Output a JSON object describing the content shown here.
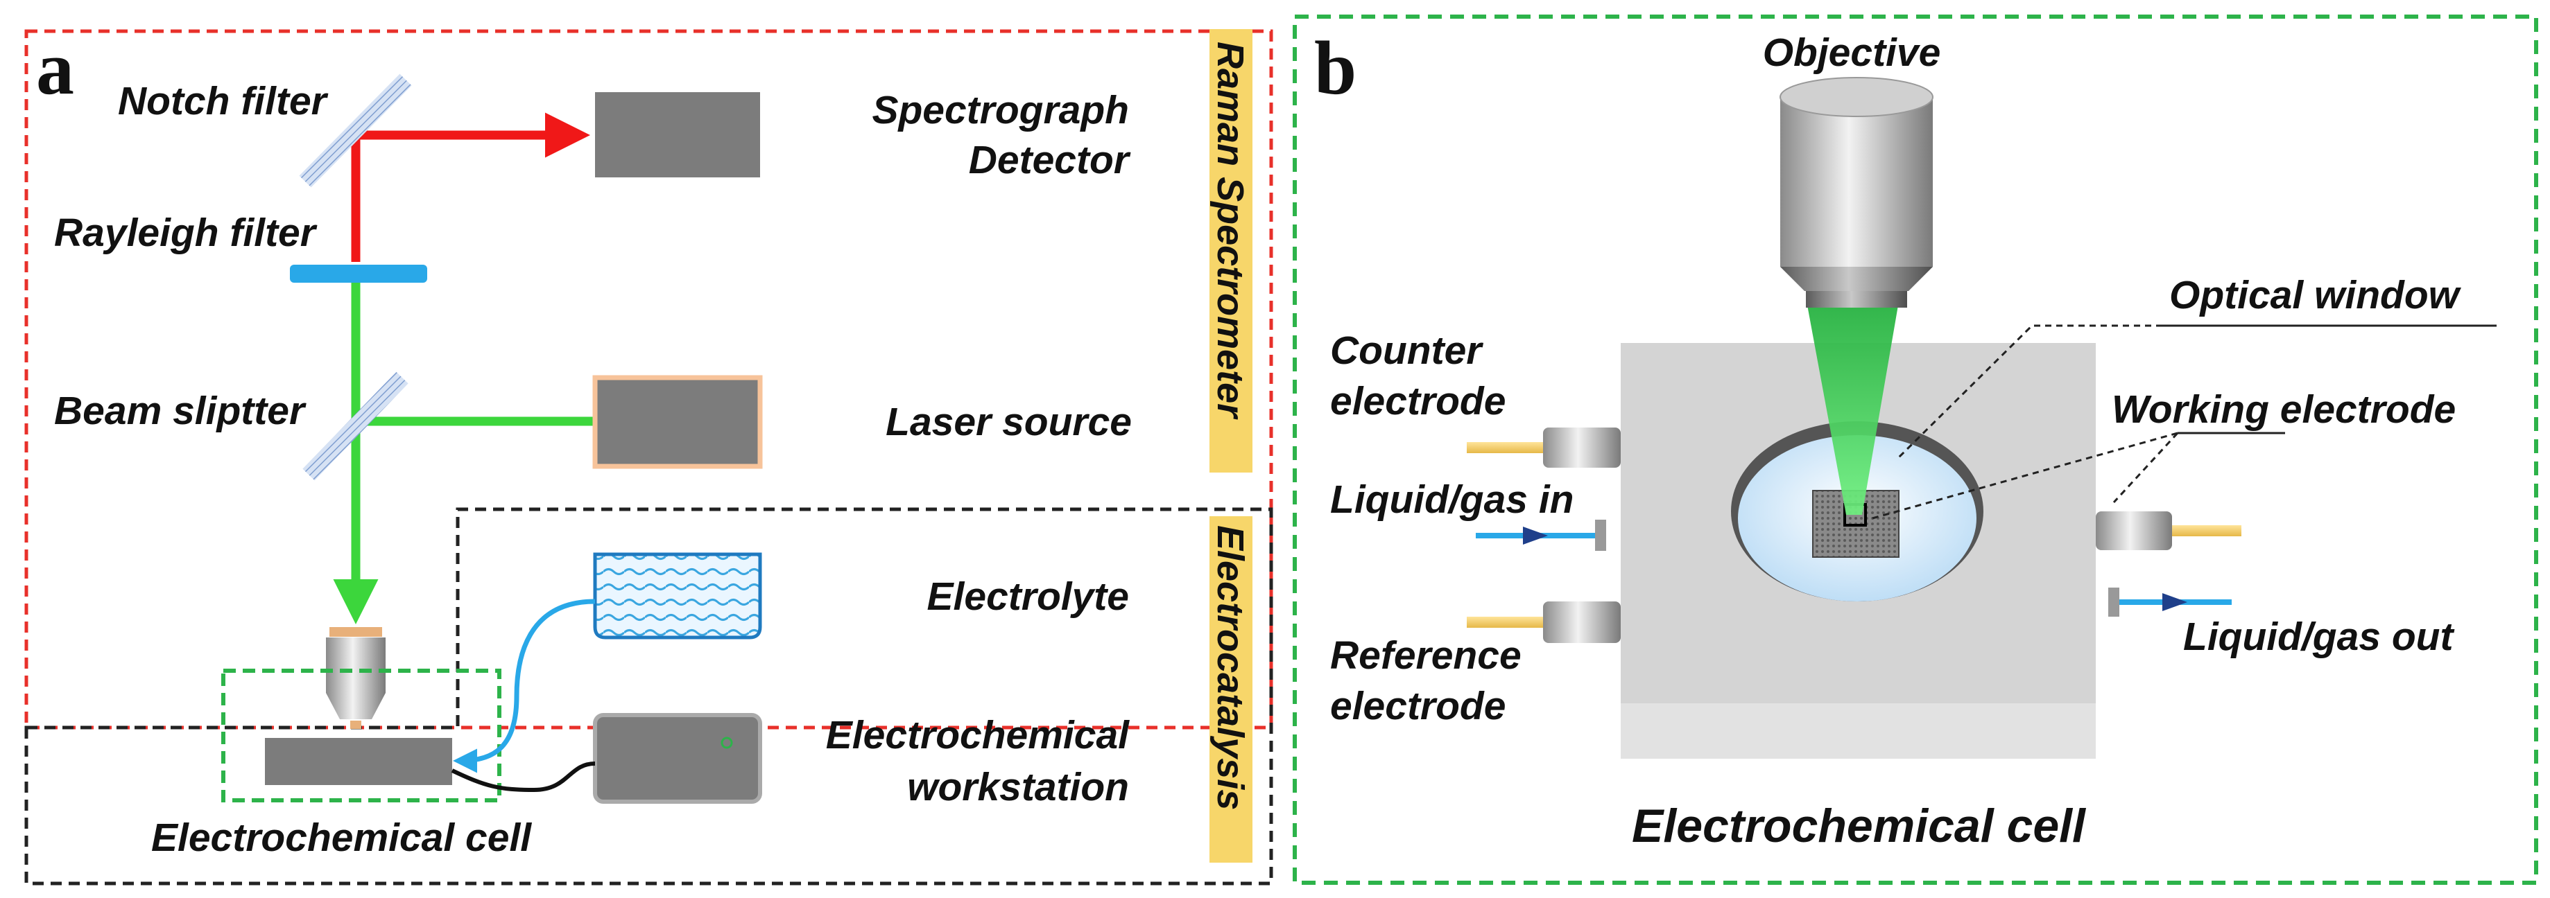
{
  "panel_a": {
    "letter": "a",
    "labels": {
      "notch_filter": "Notch filter",
      "rayleigh_filter": "Rayleigh filter",
      "beam_splitter": "Beam sliptter",
      "spectrograph_line1": "Spectrograph",
      "spectrograph_line2": "Detector",
      "laser_source": "Laser source",
      "electrolyte": "Electrolyte",
      "workstation_line1": "Electrochemical",
      "workstation_line2": "workstation",
      "electrochemical_cell": "Electrochemical cell"
    },
    "section_labels": {
      "raman": "Raman Spectrometer",
      "electrocatalysis": "Electrocatalysis"
    }
  },
  "panel_b": {
    "letter": "b",
    "labels": {
      "objective": "Objective",
      "optical_window": "Optical window",
      "counter_line1": "Counter",
      "counter_line2": "electrode",
      "working_electrode": "Working electrode",
      "liquid_in": "Liquid/gas in",
      "liquid_out": "Liquid/gas out",
      "reference_line1": "Reference",
      "reference_line2": "electrode",
      "cell_title": "Electrochemical cell"
    }
  },
  "colors": {
    "raman_box": "#e8302a",
    "electro_box": "#222222",
    "panel_b_box": "#2db34a",
    "red_beam": "#f01818",
    "green_beam": "#3cd63c",
    "blue_filter": "#29a8e8",
    "section_highlight": "#f7d66a",
    "device_gray": "#7c7c7c"
  }
}
